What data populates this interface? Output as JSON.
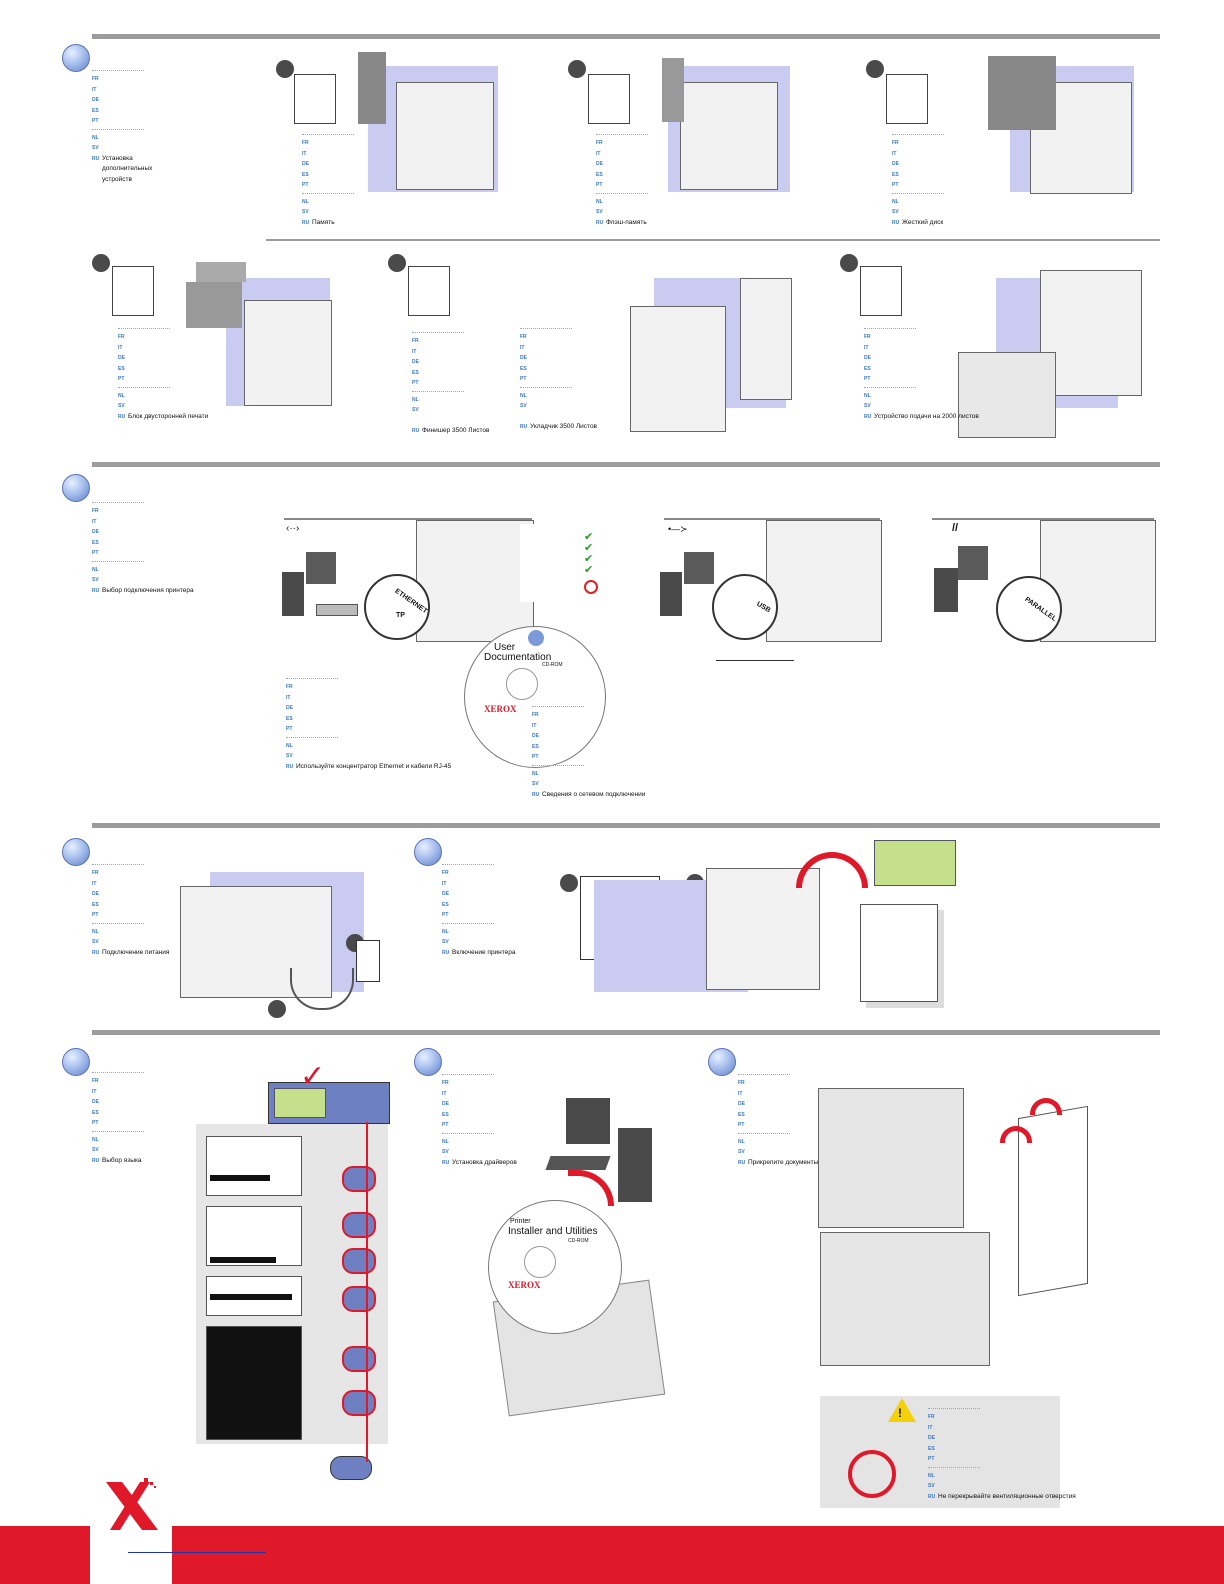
{
  "langs_a": [
    "FR",
    "IT",
    "DE",
    "ES",
    "PT"
  ],
  "langs_b": [
    "NL",
    "SV"
  ],
  "ru_code": "RU",
  "sec1": {
    "title": "Установка дополнительных устройств",
    "memory": "Память",
    "card": "Флэш-память",
    "disk": "Жесткий диск",
    "duplex": "Блок двусторонней печати",
    "finisher": "Финишер 3500 Листов",
    "stacker": "Укладчик 3500 Листов",
    "feeder": "Устройство подачи на 2000 листов"
  },
  "sec2": {
    "title": "Выбор подключения принтера",
    "ethernet_hint": "Используйте концентратор Ethernet и кабели RJ-45",
    "conn_info": "Сведения о сетевом подключении",
    "port_ethernet": "ETHERNET",
    "port_tp": "TP",
    "port_usb": "USB",
    "port_parallel": "PARALLEL",
    "cd_line1": "User",
    "cd_line2": "Documentation",
    "cd_line3": "CD-ROM",
    "brand": "XEROX"
  },
  "sec3": {
    "power": "Подключение питания",
    "switch_on": "Включение принтера"
  },
  "sec4": {
    "language": "Выбор языка",
    "drivers": "Установка драйверов",
    "cd_line1": "Printer",
    "cd_line2": "Installer and Utilities",
    "cd_line3": "CD-ROM",
    "brand": "XEROX",
    "attach_docs": "Прикрепите документы",
    "vents": "Не перекрывайте вентиляционные отверстия"
  }
}
